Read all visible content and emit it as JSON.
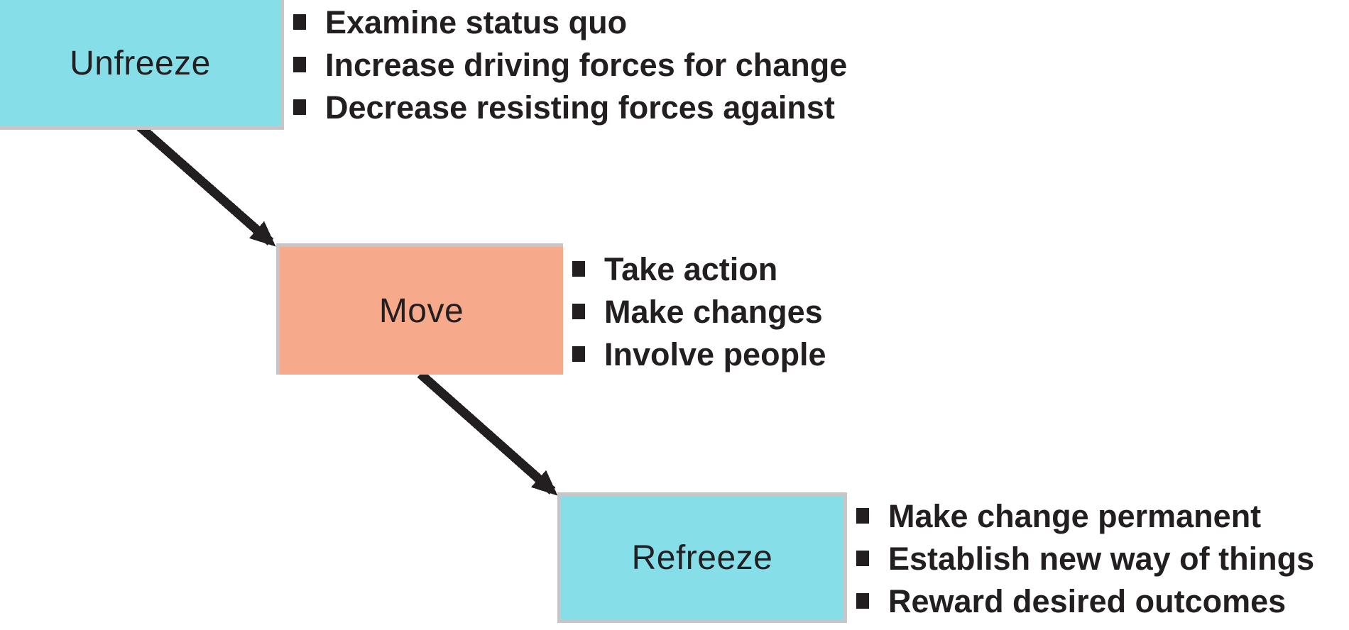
{
  "diagram": {
    "stages": [
      {
        "label": "Unfreeze",
        "color": "#86dee9",
        "bullets": [
          "Examine status quo",
          "Increase driving forces for change",
          "Decrease resisting forces against"
        ]
      },
      {
        "label": "Move",
        "color": "#f6a98b",
        "bullets": [
          "Take action",
          "Make changes",
          "Involve people"
        ]
      },
      {
        "label": "Refreeze",
        "color": "#86dee9",
        "bullets": [
          "Make change permanent",
          "Establish new way of things",
          "Reward desired outcomes"
        ]
      }
    ],
    "colors": {
      "box_blue": "#86dee9",
      "box_salmon": "#f6a98b",
      "box_border_gray": "#c6c6c6",
      "text_dark": "#231f20",
      "arrow_black": "#231f20",
      "background": "#ffffff"
    }
  }
}
